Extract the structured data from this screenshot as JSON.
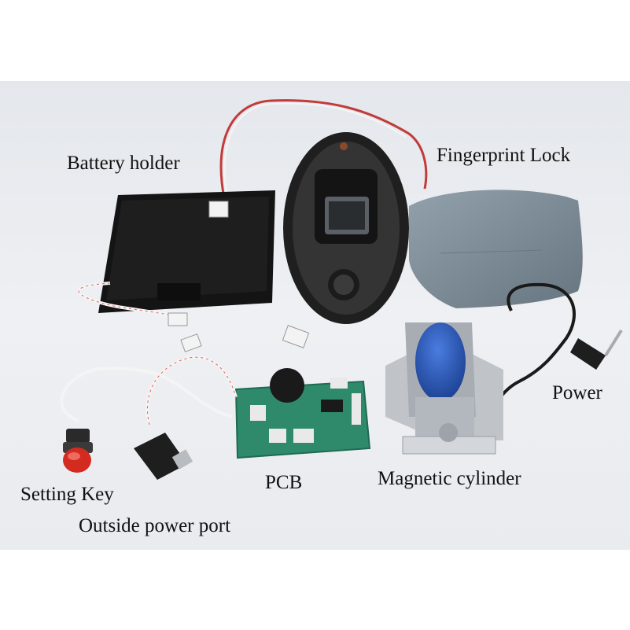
{
  "labels": {
    "battery_holder": "Battery holder",
    "fingerprint_lock": "Fingerprint Lock",
    "power": "Power",
    "setting_key": "Setting Key",
    "outside_power_port": "Outside power port",
    "pcb": "PCB",
    "magnetic_cylinder": "Magnetic cylinder"
  },
  "colors": {
    "background": "#eceef2",
    "battery_box": "#141414",
    "reader_frame": "#2b2b2b",
    "cover": "#7f8e98",
    "pcb": "#2e8a6b",
    "coil": "#2457b8",
    "button": "#d42b20",
    "wire_red": "#c23b3b"
  }
}
